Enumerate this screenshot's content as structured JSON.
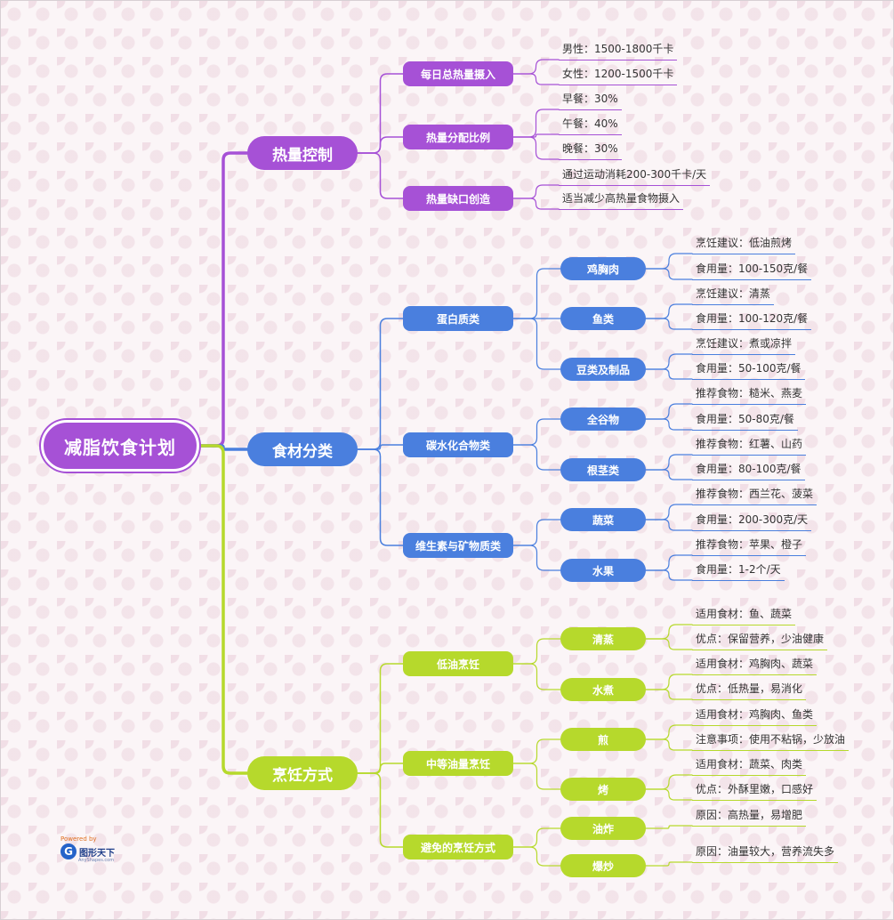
{
  "colors": {
    "purple": "#a651d6",
    "blue": "#4a7fde",
    "green": "#b6d92c"
  },
  "root": "减脂饮食计划",
  "branches": [
    {
      "label": "热量控制",
      "color": "#a651d6",
      "children": [
        {
          "label": "每日总热量摄入",
          "leaves": [
            "男性：1500-1800千卡",
            "女性：1200-1500千卡"
          ]
        },
        {
          "label": "热量分配比例",
          "leaves": [
            "早餐：30%",
            "午餐：40%",
            "晚餐：30%"
          ]
        },
        {
          "label": "热量缺口创造",
          "leaves": [
            "通过运动消耗200-300千卡/天",
            "适当减少高热量食物摄入"
          ]
        }
      ]
    },
    {
      "label": "食材分类",
      "color": "#4a7fde",
      "children": [
        {
          "label": "蛋白质类",
          "children": [
            {
              "label": "鸡胸肉",
              "leaves": [
                "烹饪建议：低油煎烤",
                "食用量：100-150克/餐"
              ]
            },
            {
              "label": "鱼类",
              "leaves": [
                "烹饪建议：清蒸",
                "食用量：100-120克/餐"
              ]
            },
            {
              "label": "豆类及制品",
              "leaves": [
                "烹饪建议：煮或凉拌",
                "食用量：50-100克/餐"
              ]
            }
          ]
        },
        {
          "label": "碳水化合物类",
          "children": [
            {
              "label": "全谷物",
              "leaves": [
                "推荐食物：糙米、燕麦",
                "食用量：50-80克/餐"
              ]
            },
            {
              "label": "根茎类",
              "leaves": [
                "推荐食物：红薯、山药",
                "食用量：80-100克/餐"
              ]
            }
          ]
        },
        {
          "label": "维生素与矿物质类",
          "children": [
            {
              "label": "蔬菜",
              "leaves": [
                "推荐食物：西兰花、菠菜",
                "食用量：200-300克/天"
              ]
            },
            {
              "label": "水果",
              "leaves": [
                "推荐食物：苹果、橙子",
                "食用量：1-2个/天"
              ]
            }
          ]
        }
      ]
    },
    {
      "label": "烹饪方式",
      "color": "#b6d92c",
      "children": [
        {
          "label": "低油烹饪",
          "children": [
            {
              "label": "清蒸",
              "leaves": [
                "适用食材：鱼、蔬菜",
                "优点：保留营养，少油健康"
              ]
            },
            {
              "label": "水煮",
              "leaves": [
                "适用食材：鸡胸肉、蔬菜",
                "优点：低热量，易消化"
              ]
            }
          ]
        },
        {
          "label": "中等油量烹饪",
          "children": [
            {
              "label": "煎",
              "leaves": [
                "适用食材：鸡胸肉、鱼类",
                "注意事项：使用不粘锅，少放油"
              ]
            },
            {
              "label": "烤",
              "leaves": [
                "适用食材：蔬菜、肉类",
                "优点：外酥里嫩，口感好"
              ]
            }
          ]
        },
        {
          "label": "避免的烹饪方式",
          "children": [
            {
              "label": "油炸",
              "leaves": [
                "原因：高热量，易增肥"
              ]
            },
            {
              "label": "爆炒",
              "leaves": [
                "原因：油量较大，营养流失多"
              ]
            }
          ]
        }
      ]
    }
  ],
  "watermark": {
    "powered": "Powered by",
    "brand": "图形天下",
    "sub": "AnyShapes.com"
  }
}
